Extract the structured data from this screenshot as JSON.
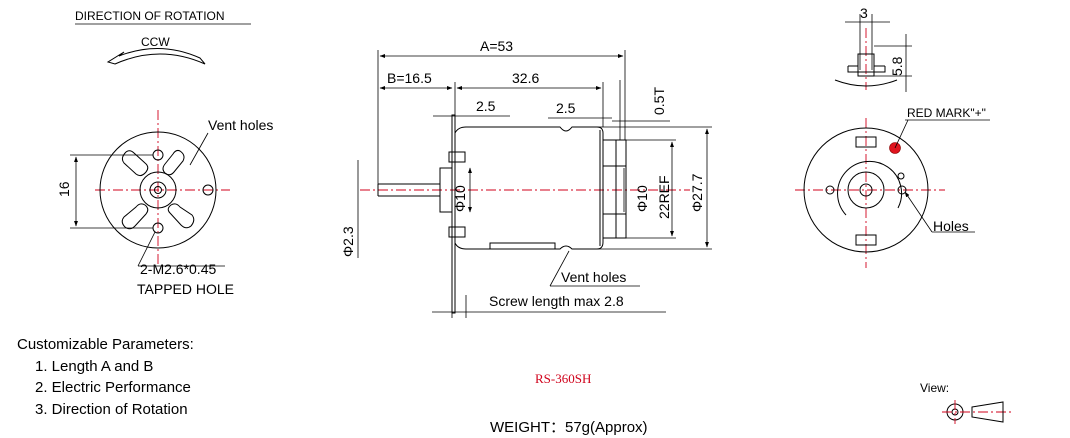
{
  "rotation": {
    "title": "DIRECTION OF ROTATION",
    "direction": "CCW"
  },
  "front_view": {
    "vent_holes_label": "Vent holes",
    "dim_16": "16",
    "tapped_hole_line1": "2-M2.6*0.45",
    "tapped_hole_line2": "TAPPED HOLE"
  },
  "side_view": {
    "dim_a": "A=53",
    "dim_b": "B=16.5",
    "dim_body": "32.6",
    "dim_25_left": "2.5",
    "dim_25_right": "2.5",
    "dim_05t": "0.5T",
    "dim_shaft_dia": "Φ2.3",
    "dim_boss_left": "Φ10",
    "dim_boss_right": "Φ10",
    "dim_22ref": "22REF",
    "dim_277": "Φ27.7",
    "vent_holes_label": "Vent holes",
    "screw_label": "Screw length max 2.8"
  },
  "rear_view": {
    "dim_3": "3",
    "dim_58": "5.8",
    "red_mark_label": "RED MARK\"+\"",
    "holes_label": "Holes"
  },
  "params": {
    "title": "Customizable Parameters:",
    "items": [
      "1. Length A and B",
      "2. Electric Performance",
      "3. Direction of Rotation"
    ]
  },
  "model": "RS-360SH",
  "weight": "WEIGHT：57g(Approx)",
  "view_label": "View:",
  "colors": {
    "centerline": "#d0021b",
    "red_mark": "#e0141e",
    "model_text": "#d0021b"
  }
}
